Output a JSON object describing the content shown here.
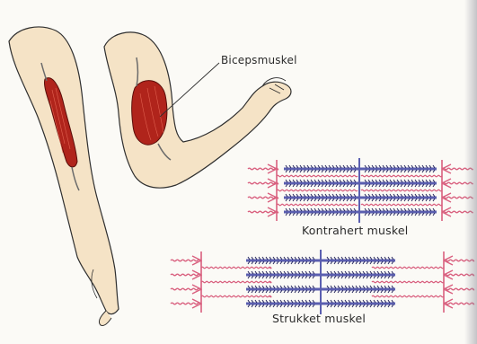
{
  "labels": {
    "biceps": "Bicepsmuskel",
    "contracted": "Kontrahert muskel",
    "stretched": "Strukket muskel"
  },
  "colors": {
    "skin": "#f5e3c6",
    "outline": "#2f2f2f",
    "muscle": "#b0241b",
    "filament_pink": "#d9607f",
    "filament_blue": "#5b5fb0",
    "filament_dark": "#26265e"
  }
}
